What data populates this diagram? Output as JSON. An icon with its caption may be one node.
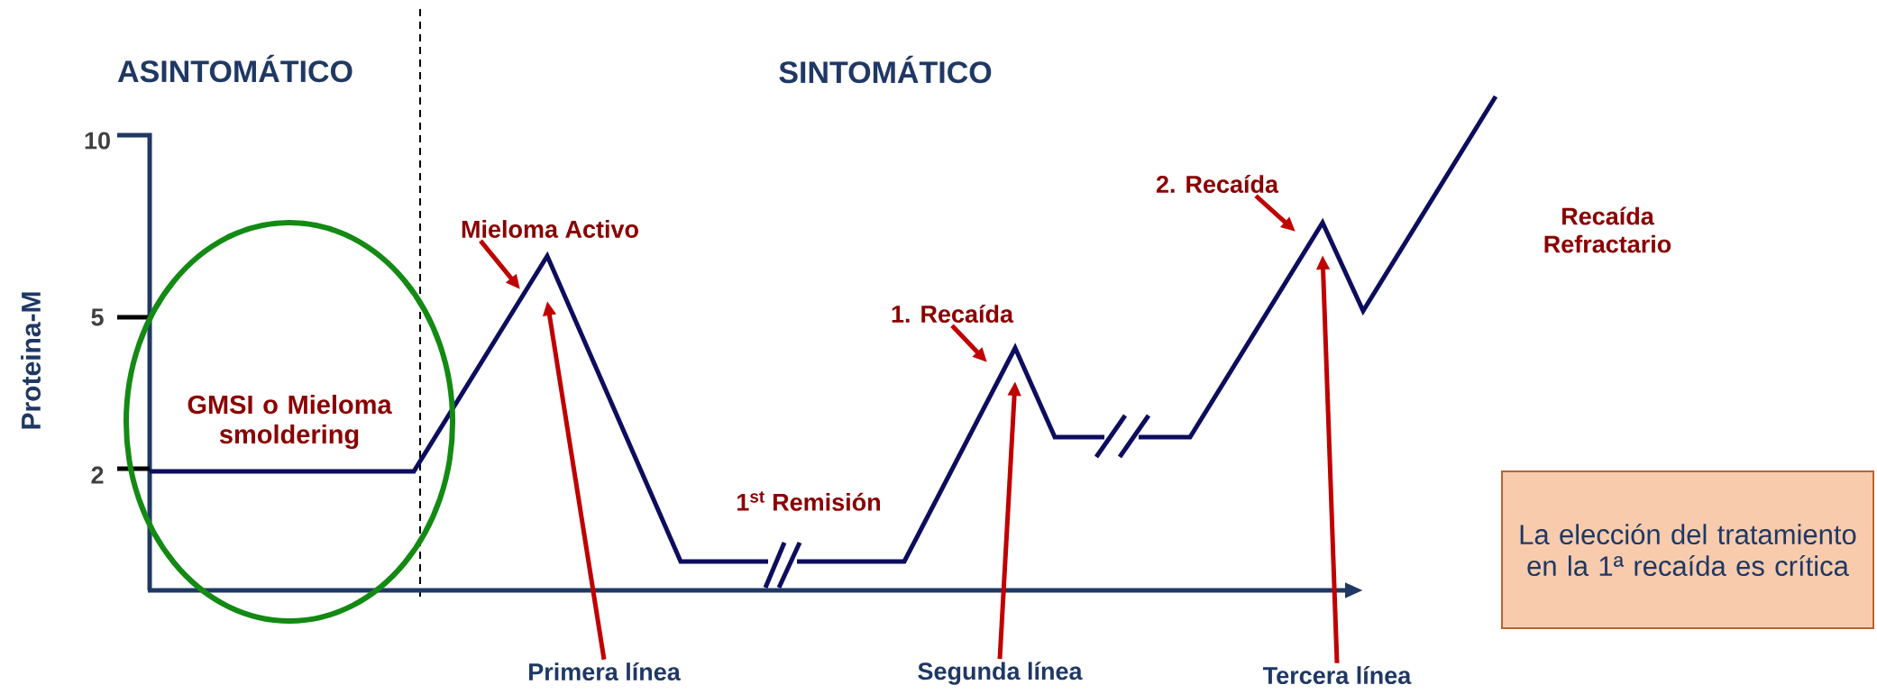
{
  "diagram": {
    "nodes": [
      {
        "text": [
          "GMSI o Mieloma smoldering"
        ]
      },
      {
        "text": [
          "Mieloma Activo"
        ]
      },
      {
        "text": [
          "1. Recaída"
        ]
      },
      {
        "text": [
          "2. Recaída"
        ]
      },
      {
        "text": [
          "Primera línea"
        ]
      },
      {
        "text": [
          "Segunda línea"
        ]
      },
      {
        "text": [
          "Tercera línea"
        ]
      },
      {
        "text": [
          "La elección del tratamiento en la 1ª recaída es crítica"
        ]
      }
    ],
    "edges": [
      {
        "from": 1,
        "to": null,
        "arrow": "to"
      },
      {
        "from": 2,
        "to": null,
        "arrow": "to"
      },
      {
        "from": 3,
        "to": null,
        "arrow": "to"
      },
      {
        "from": 4,
        "to": null,
        "arrow": "to"
      },
      {
        "from": 5,
        "to": null,
        "arrow": "to"
      },
      {
        "from": 6,
        "to": null,
        "arrow": "to"
      }
    ],
    "labels": [
      "ASINTOMÁTICO",
      "SINTOMÁTICO",
      "10",
      "Proteina-M",
      "5",
      "2",
      "1$^{st}$ Remisión",
      "Recaída Refractario"
    ]
  }
}
